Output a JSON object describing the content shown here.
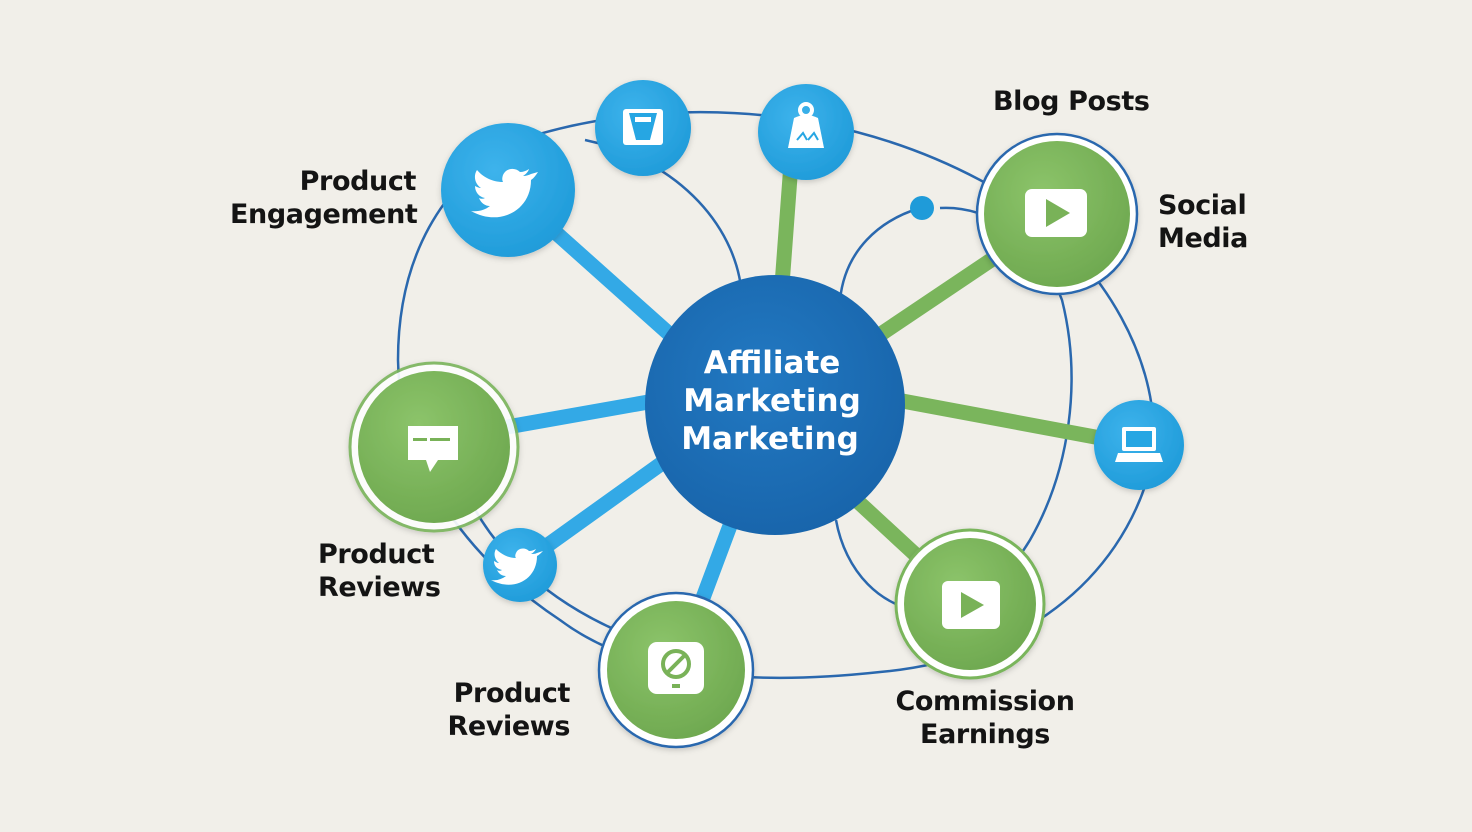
{
  "hub": {
    "lines": [
      "Affiliate",
      "Marketing",
      "Marketing"
    ]
  },
  "labels": {
    "product_engagement": [
      "Product",
      "Engagement"
    ],
    "blog_posts": [
      "Blog Posts"
    ],
    "social_media": [
      "Social",
      "Media"
    ],
    "product_reviews_left": [
      "Product",
      "Reviews"
    ],
    "product_reviews_bottom": [
      "Product",
      "Reviews"
    ],
    "commission_earnings": [
      "Commission",
      "Earnings"
    ]
  },
  "nodes": [
    {
      "id": "twitter-large",
      "icon": "twitter-bird-icon",
      "style": "blue"
    },
    {
      "id": "image-frame",
      "icon": "image-frame-icon",
      "style": "blue"
    },
    {
      "id": "bag",
      "icon": "shopping-bag-icon",
      "style": "blue"
    },
    {
      "id": "video-top",
      "icon": "play-button-icon",
      "style": "green"
    },
    {
      "id": "laptop",
      "icon": "laptop-icon",
      "style": "blue"
    },
    {
      "id": "video-bottom",
      "icon": "play-button-icon",
      "style": "green"
    },
    {
      "id": "review-app",
      "icon": "review-app-icon",
      "style": "green"
    },
    {
      "id": "twitter-small",
      "icon": "twitter-bird-icon",
      "style": "blue"
    },
    {
      "id": "chat",
      "icon": "chat-bubble-icon",
      "style": "green"
    },
    {
      "id": "dot",
      "icon": "dot",
      "style": "blue"
    }
  ],
  "colors": {
    "background": "#f1efe9",
    "hub": "#1d6db5",
    "blue_node": "#27a6e3",
    "green_node": "#79b259",
    "blue_spoke": "#33a9e6",
    "green_spoke": "#7ab55c",
    "ring": "#2a68ae",
    "label": "#141414"
  }
}
